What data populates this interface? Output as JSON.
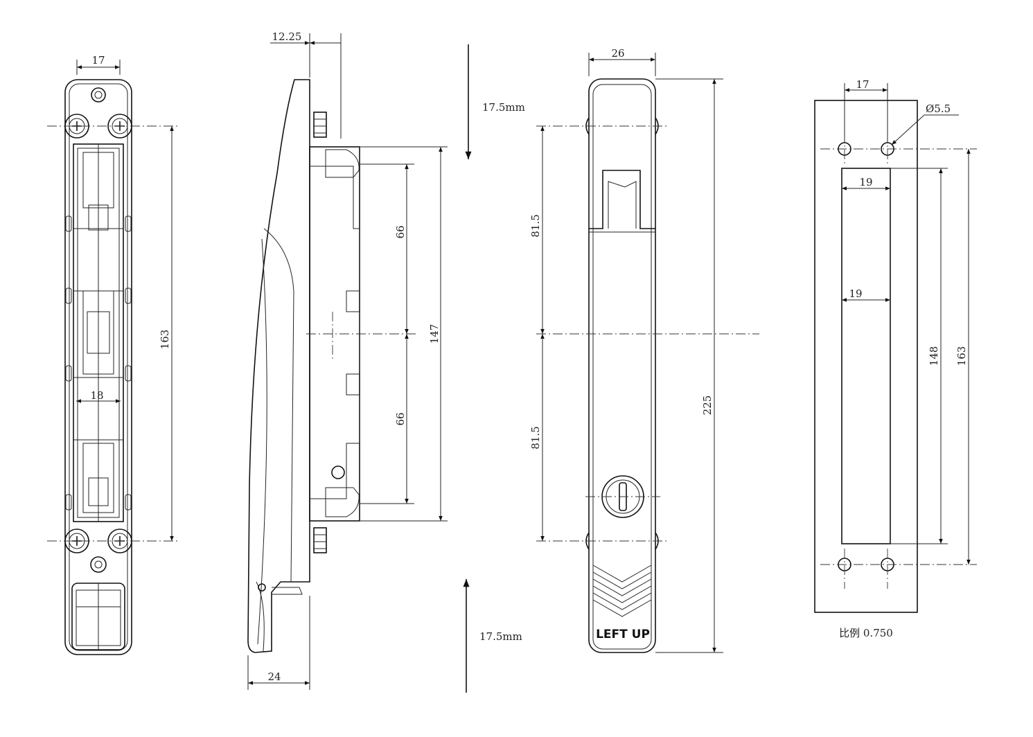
{
  "dims": {
    "front_top_width": "17",
    "front_height": "163",
    "front_mid_width": "18",
    "side_top_offset": "12.25",
    "side_depth": "24",
    "side_upper": "66",
    "side_lower": "66",
    "side_total": "147",
    "handle_width": "26",
    "handle_upper": "81.5",
    "handle_lower": "81.5",
    "handle_total": "225",
    "cutout_hole_pitch": "17",
    "cutout_hole_dia": "Ø5.5",
    "cutout_slot_width_top": "19",
    "cutout_slot_width_mid": "19",
    "cutout_slot_length": "148",
    "cutout_total": "163"
  },
  "arrows": {
    "top_label": "17.5mm",
    "bottom_label": "17.5mm"
  },
  "handle_text": "LEFT UP",
  "scale_note": "比例 0.750"
}
